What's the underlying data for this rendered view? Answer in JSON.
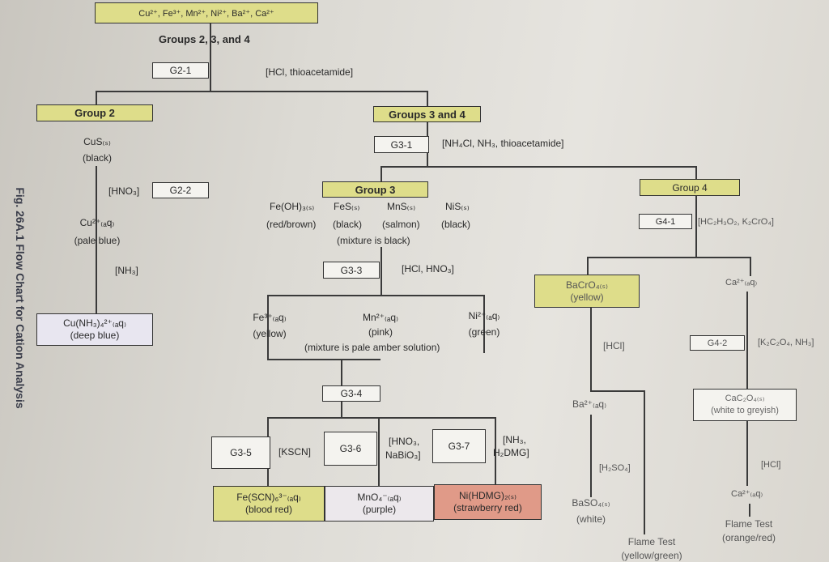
{
  "figure_caption": "Fig. 26A.1 Flow Chart for Cation Analysis",
  "top": {
    "cations": "Cu²⁺, Fe³⁺, Mn²⁺, Ni²⁺, Ba²⁺, Ca²⁺",
    "groups_label": "Groups 2, 3, and 4"
  },
  "steps": {
    "g21": "G2-1",
    "g21_reagent": "[HCl, thioacetamide]",
    "g22": "G2-2",
    "g22_reagent": "[HNO₃]",
    "nh3": "[NH₃]",
    "g31": "G3-1",
    "g31_reagent": "[NH₄Cl, NH₃, thioacetamide]",
    "g33": "G3-3",
    "g33_reagent": "[HCl, HNO₃]",
    "g34": "G3-4",
    "g35": "G3-5",
    "g35_reagent": "[KSCN]",
    "g36": "G3-6",
    "g36_reagent_1": "[HNO₃,",
    "g36_reagent_2": "NaBiO₃]",
    "g37": "G3-7",
    "g37_reagent_1": "[NH₃,",
    "g37_reagent_2": "H₂DMG]",
    "g41": "G4-1",
    "g41_reagent": "[HC₂H₃O₂, K₂CrO₄]",
    "g42": "G4-2",
    "g42_reagent": "[K₂C₂O₄, NH₃]",
    "hcl_ba": "[HCl]",
    "h2so4": "[H₂SO₄]",
    "hcl_ca": "[HCl]"
  },
  "groups": {
    "g2": "Group 2",
    "g34": "Groups 3 and 4",
    "g3": "Group 3",
    "g4": "Group 4"
  },
  "species": {
    "cus": "CuS₍ₛ₎",
    "cus_color": "(black)",
    "cu": "Cu²⁺₍ₐq₎",
    "cu_color": "(pale blue)",
    "cunh3": "Cu(NH₃)₄²⁺₍ₐq₎",
    "cunh3_color": "(deep blue)",
    "feoh3": "Fe(OH)₃₍ₛ₎",
    "feoh3_color": "(red/brown)",
    "fes": "FeS₍ₛ₎",
    "fes_color": "(black)",
    "mns": "MnS₍ₛ₎",
    "mns_color": "(salmon)",
    "nis": "NiS₍ₛ₎",
    "nis_color": "(black)",
    "g3_mix": "(mixture is black)",
    "fe": "Fe³⁺₍ₐq₎",
    "fe_color": "(yellow)",
    "mn": "Mn²⁺₍ₐq₎",
    "mn_color": "(pink)",
    "ni": "Ni²⁺₍ₐq₎",
    "ni_color": "(green)",
    "aq_mix": "(mixture is pale amber solution)",
    "fescn": "Fe(SCN)₆³⁻₍ₐq₎",
    "fescn_color": "(blood red)",
    "mno4": "MnO₄⁻₍ₐq₎",
    "mno4_color": "(purple)",
    "nihdmg": "Ni(HDMG)₂₍ₛ₎",
    "nihdmg_color": "(strawberry red)",
    "bacro4": "BaCrO₄₍ₛ₎",
    "bacro4_color": "(yellow)",
    "ca": "Ca²⁺₍ₐq₎",
    "ba": "Ba²⁺₍ₐq₎",
    "cac2o4": "CaC₂O₄₍ₛ₎",
    "cac2o4_color": "(white to greyish)",
    "baso4": "BaSO₄₍ₛ₎",
    "baso4_color": "(white)",
    "ca2": "Ca²⁺₍ₐq₎",
    "flame1": "Flame Test",
    "flame1_color": "(yellow/green)",
    "flame2": "Flame Test",
    "flame2_color": "(orange/red)"
  }
}
